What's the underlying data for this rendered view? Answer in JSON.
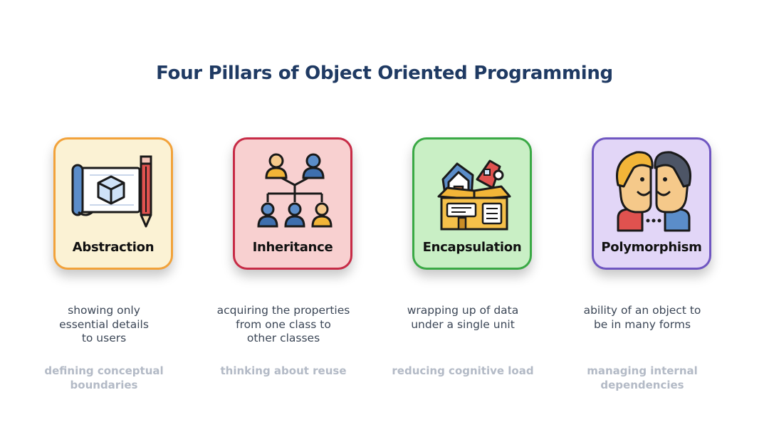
{
  "title": "Four Pillars of Object Oriented Programming",
  "pillars": [
    {
      "label": "Abstraction",
      "icon": "blueprint-cube-pencil-icon",
      "description": [
        "showing only",
        "essential details",
        "to users"
      ],
      "subtext": [
        "defining conceptual",
        "boundaries"
      ],
      "colors": {
        "bg": "#fbf2d4",
        "border": "#f2a23a"
      }
    },
    {
      "label": "Inheritance",
      "icon": "family-tree-icon",
      "description": [
        "acquiring the properties",
        "from one class to",
        "other classes"
      ],
      "subtext": [
        "thinking about reuse"
      ],
      "colors": {
        "bg": "#f8d0d0",
        "border": "#c72b46"
      }
    },
    {
      "label": "Encapsulation",
      "icon": "packed-box-icon",
      "description": [
        "wrapping up of data",
        "under a single unit"
      ],
      "subtext": [
        "reducing cognitive load"
      ],
      "colors": {
        "bg": "#c9efc5",
        "border": "#3aa945"
      }
    },
    {
      "label": "Polymorphism",
      "icon": "two-faces-icon",
      "description": [
        "ability of an object to",
        "be in many forms"
      ],
      "subtext": [
        "managing internal",
        "dependencies"
      ],
      "colors": {
        "bg": "#e2d6f7",
        "border": "#6f56c1"
      }
    }
  ]
}
